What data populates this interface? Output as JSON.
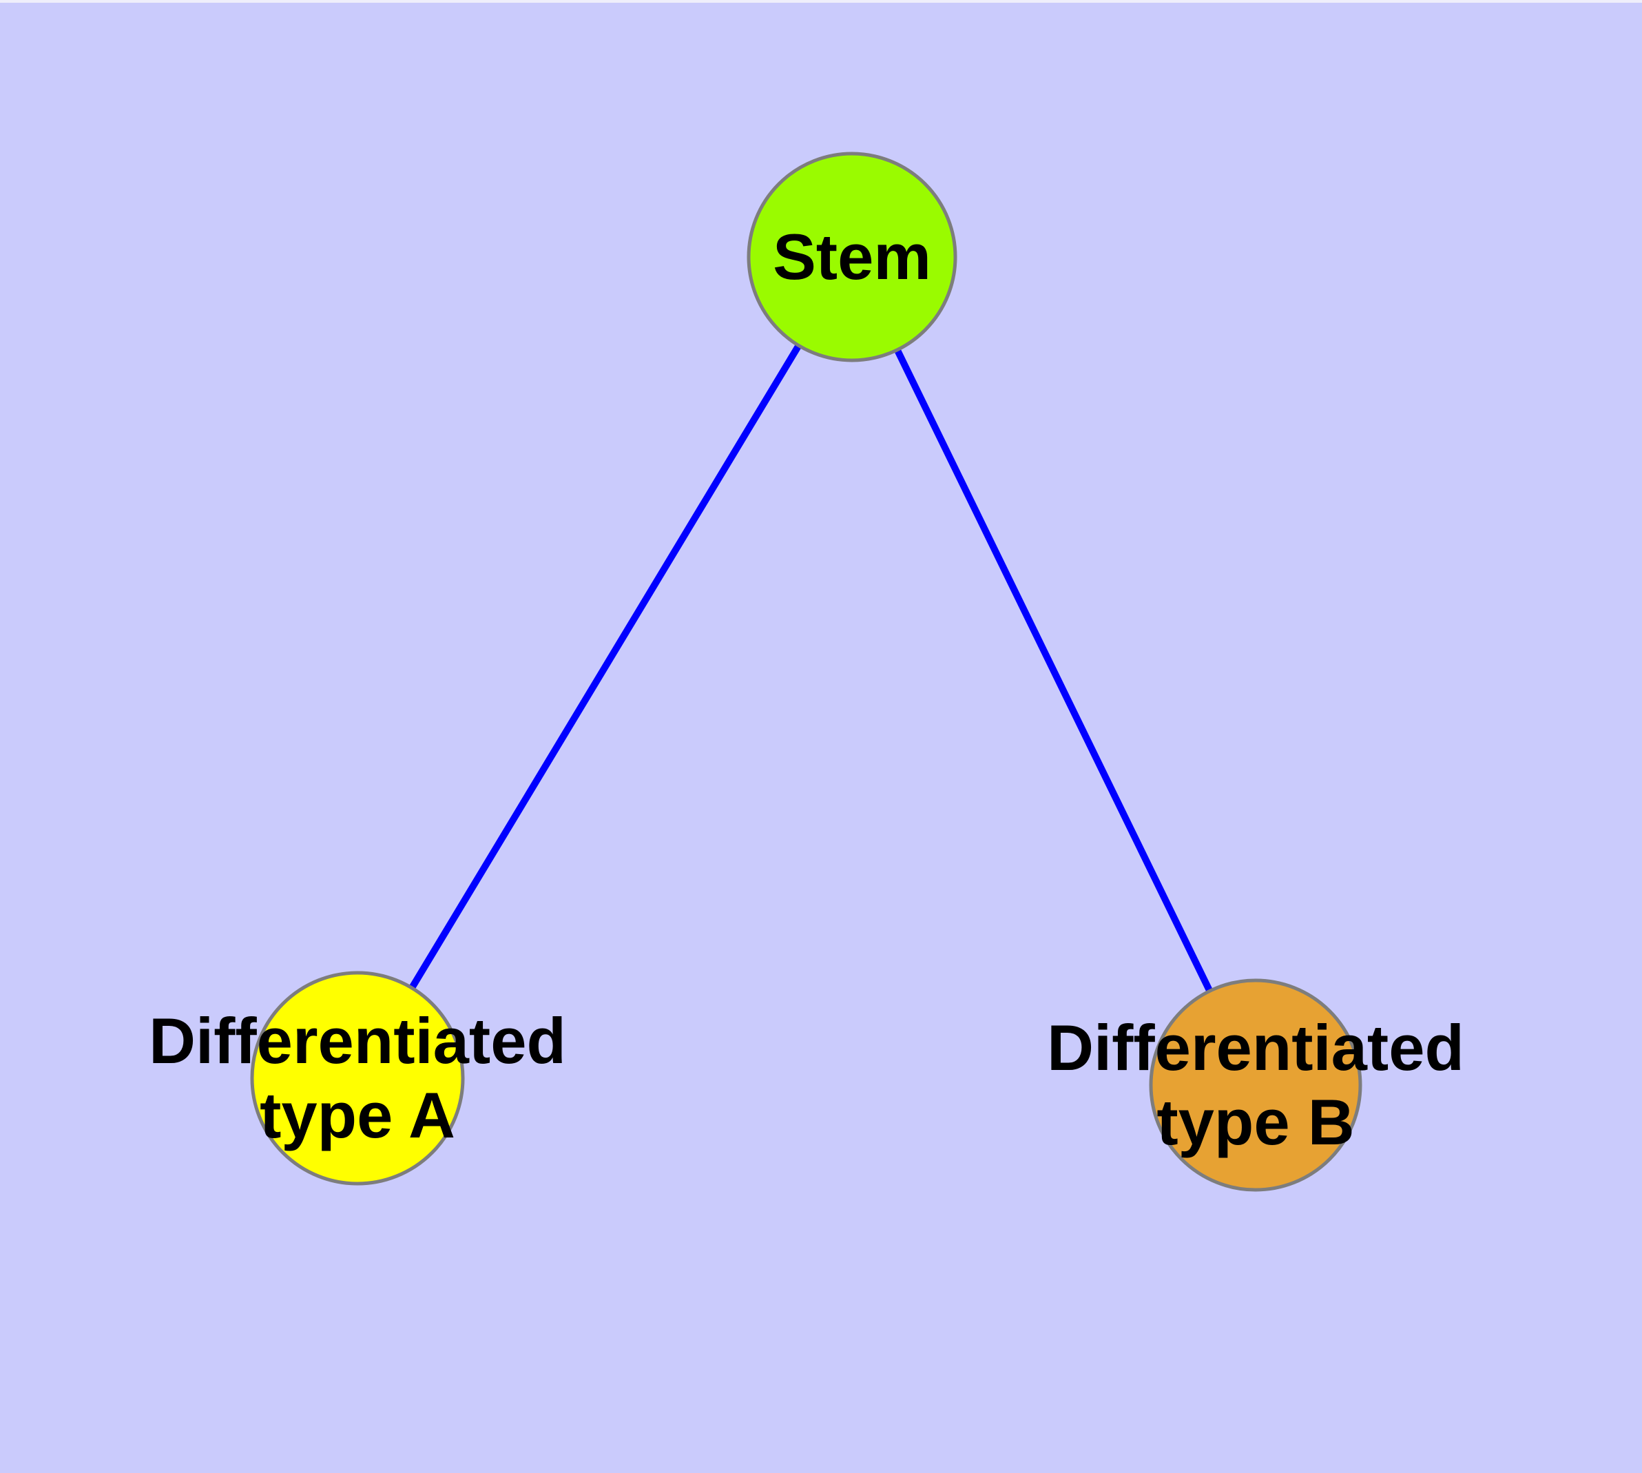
{
  "diagram": {
    "type": "node-link-graph",
    "background_color": "#cacbfc",
    "edge_color": "#0000ff",
    "node_border_color": "#7d7d7d",
    "label_color": "#000000",
    "nodes": [
      {
        "id": "stem",
        "label": "Stem",
        "color": "#9afb00"
      },
      {
        "id": "differentiated-type-a",
        "label": "Differentiated\ntype A",
        "color": "#ffff00"
      },
      {
        "id": "differentiated-type-b",
        "label": "Differentiated\ntype B",
        "color": "#e7a233"
      }
    ],
    "edges": [
      {
        "from": "stem",
        "to": "differentiated-type-a"
      },
      {
        "from": "stem",
        "to": "differentiated-type-b"
      }
    ]
  }
}
